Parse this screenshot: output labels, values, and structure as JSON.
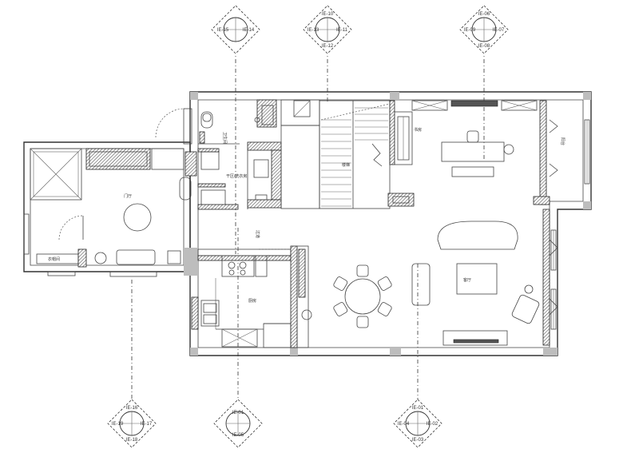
{
  "elevation_symbols": [
    {
      "tags": [
        "IE-15",
        "IE-14"
      ]
    },
    {
      "tags": [
        "IE-10",
        "IE-13",
        "IE-11",
        "IE-12"
      ]
    },
    {
      "tags": [
        "IE-06",
        "IE-09",
        "IE-07",
        "IE-08"
      ]
    },
    {
      "tags": [
        "IE-16",
        "IE-19",
        "IE-17",
        "IE-18"
      ]
    },
    {
      "tags": [
        "IE-01",
        "IE-05"
      ]
    },
    {
      "tags": [
        "IE-01",
        "IE-04",
        "IE-02",
        "IE-03"
      ]
    }
  ],
  "room_labels": {
    "bathroom": "卫生间",
    "utility": "干区/洗衣房",
    "entrance": "门厅",
    "corridor": "过道",
    "kitchen": "厨房",
    "study": "书房",
    "stair": "楼梯",
    "balcony": "阳台",
    "living": "客厅",
    "closet": "衣帽间"
  },
  "colors": {
    "line": "#222222",
    "background": "#ffffff",
    "column": "#bdbdbd"
  }
}
